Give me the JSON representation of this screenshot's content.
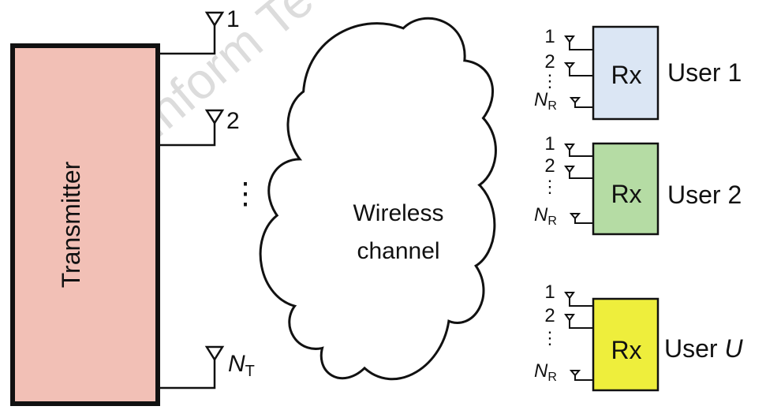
{
  "watermark": "Front Inform Tech",
  "transmitter": {
    "label": "Transmitter",
    "fill": "#f2c0b6",
    "antennas": [
      {
        "label": "1",
        "sub": ""
      },
      {
        "label": "2",
        "sub": ""
      },
      {
        "label": "N",
        "sub": "T"
      }
    ],
    "ellipsis": "⋮"
  },
  "channel": {
    "line1": "Wireless",
    "line2": "channel"
  },
  "users": [
    {
      "rx_label": "Rx",
      "name": "User 1",
      "name_italic": "",
      "fill": "#dbe6f4",
      "antennas": [
        {
          "label": "1",
          "sub": ""
        },
        {
          "label": "2",
          "sub": ""
        },
        {
          "label": "N",
          "sub": "R"
        }
      ]
    },
    {
      "rx_label": "Rx",
      "name": "User 2",
      "name_italic": "",
      "fill": "#b5dca4",
      "antennas": [
        {
          "label": "1",
          "sub": ""
        },
        {
          "label": "2",
          "sub": ""
        },
        {
          "label": "N",
          "sub": "R"
        }
      ]
    },
    {
      "rx_label": "Rx",
      "name": "User ",
      "name_italic": "U",
      "fill": "#eeee3c",
      "antennas": [
        {
          "label": "1",
          "sub": ""
        },
        {
          "label": "2",
          "sub": ""
        },
        {
          "label": "N",
          "sub": "R"
        }
      ]
    }
  ],
  "rx_ellipsis": "⋮"
}
